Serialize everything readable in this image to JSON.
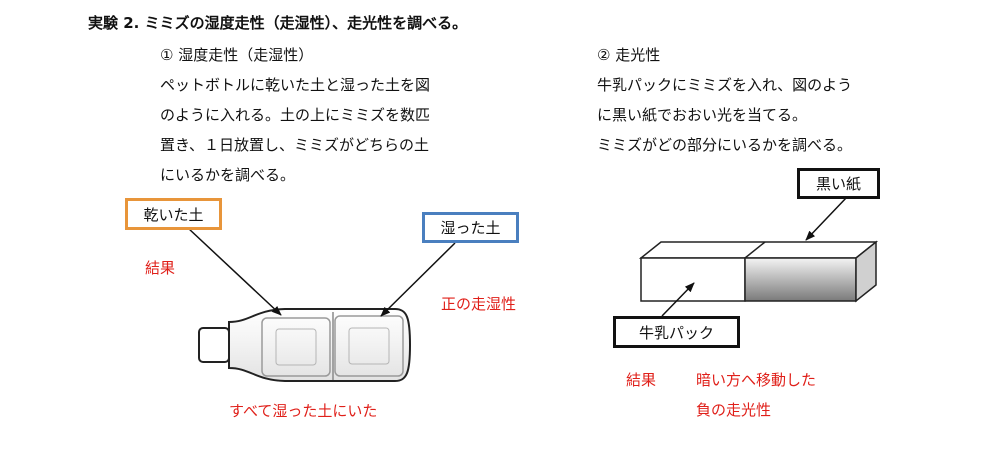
{
  "heading": "実験 2.  ミミズの湿度走性（走湿性）、走光性を調べる。",
  "left": {
    "subtitle": "①  湿度走性（走湿性）",
    "lines": [
      "ペットボトルに乾いた土と湿った土を図",
      "のように入れる。土の上にミミズを数匹",
      "置き、１日放置し、ミミズがどちらの土",
      "にいるかを調べる。"
    ],
    "label_dry": "乾いた土",
    "label_wet": "湿った土",
    "result_label": "結果",
    "result_text": "すべて湿った土にいた",
    "conclusion": "正の走湿性"
  },
  "right": {
    "subtitle": "②  走光性",
    "lines": [
      " 牛乳パックにミミズを入れ、図のよう",
      "に黒い紙でおおい光を当てる。",
      "ミミズがどの部分にいるかを調べる。"
    ],
    "label_paper": "黒い紙",
    "label_pack": "牛乳パック",
    "result_label": "結果",
    "result_line1": "暗い方へ移動した",
    "result_line2": "負の走光性"
  },
  "colors": {
    "result_red": "#e0201a",
    "box_orange": "#e8953a",
    "box_blue": "#4a7fbf",
    "box_black": "#111111"
  }
}
